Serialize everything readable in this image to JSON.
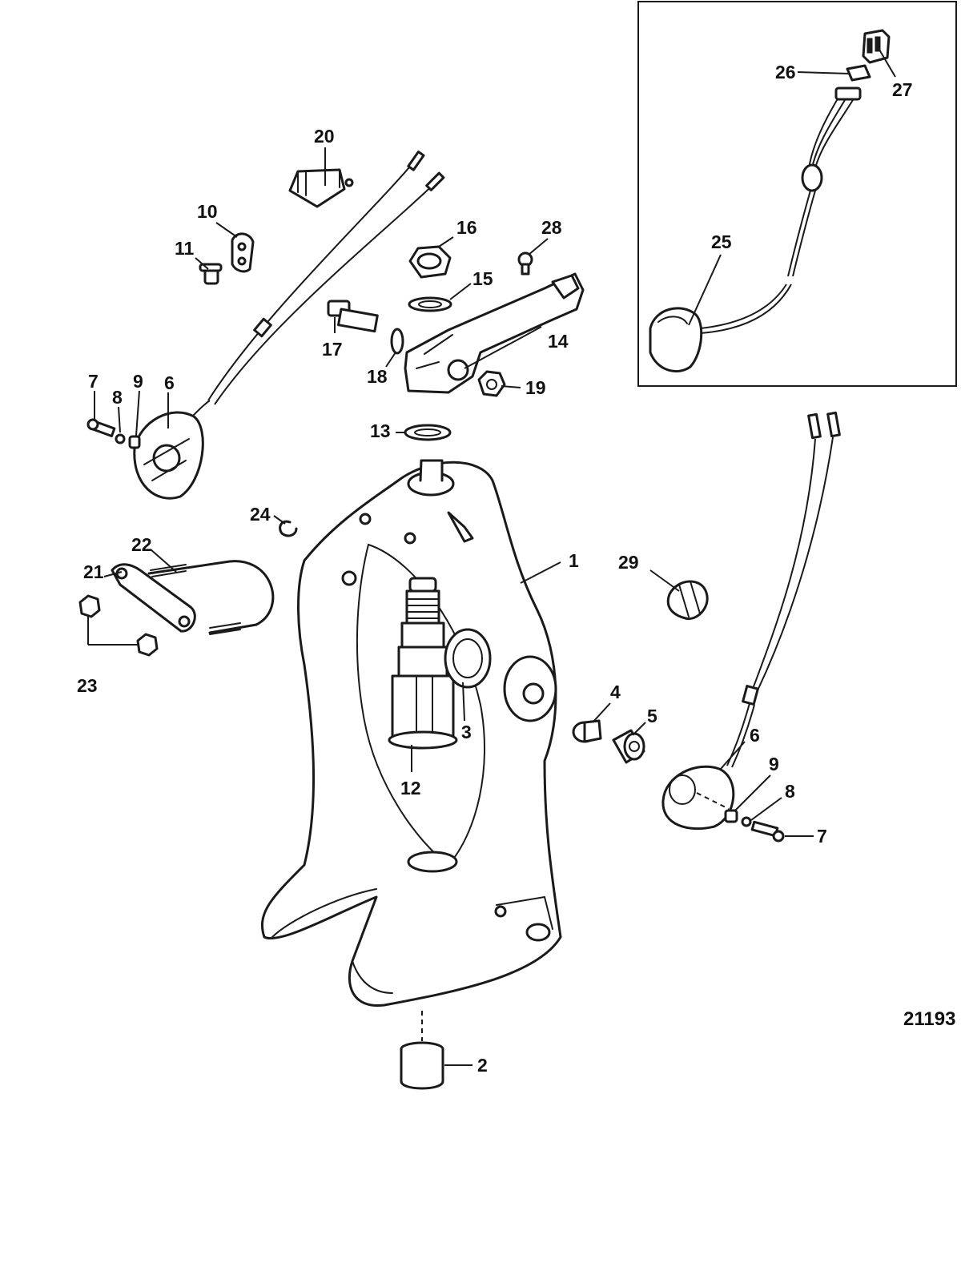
{
  "figure_number": "21193",
  "callouts": [
    {
      "id": "c1",
      "label": "1"
    },
    {
      "id": "c2",
      "label": "2"
    },
    {
      "id": "c3",
      "label": "3"
    },
    {
      "id": "c4",
      "label": "4"
    },
    {
      "id": "c5",
      "label": "5"
    },
    {
      "id": "c6a",
      "label": "6"
    },
    {
      "id": "c6b",
      "label": "6"
    },
    {
      "id": "c7a",
      "label": "7"
    },
    {
      "id": "c7b",
      "label": "7"
    },
    {
      "id": "c8a",
      "label": "8"
    },
    {
      "id": "c8b",
      "label": "8"
    },
    {
      "id": "c9a",
      "label": "9"
    },
    {
      "id": "c9b",
      "label": "9"
    },
    {
      "id": "c10",
      "label": "10"
    },
    {
      "id": "c11",
      "label": "11"
    },
    {
      "id": "c12",
      "label": "12"
    },
    {
      "id": "c13",
      "label": "13"
    },
    {
      "id": "c14",
      "label": "14"
    },
    {
      "id": "c15",
      "label": "15"
    },
    {
      "id": "c16",
      "label": "16"
    },
    {
      "id": "c17",
      "label": "17"
    },
    {
      "id": "c18",
      "label": "18"
    },
    {
      "id": "c19",
      "label": "19"
    },
    {
      "id": "c20",
      "label": "20"
    },
    {
      "id": "c21",
      "label": "21"
    },
    {
      "id": "c22",
      "label": "22"
    },
    {
      "id": "c23",
      "label": "23"
    },
    {
      "id": "c24",
      "label": "24"
    },
    {
      "id": "c25",
      "label": "25"
    },
    {
      "id": "c26",
      "label": "26"
    },
    {
      "id": "c27",
      "label": "27"
    },
    {
      "id": "c28",
      "label": "28"
    },
    {
      "id": "c29",
      "label": "29"
    }
  ]
}
